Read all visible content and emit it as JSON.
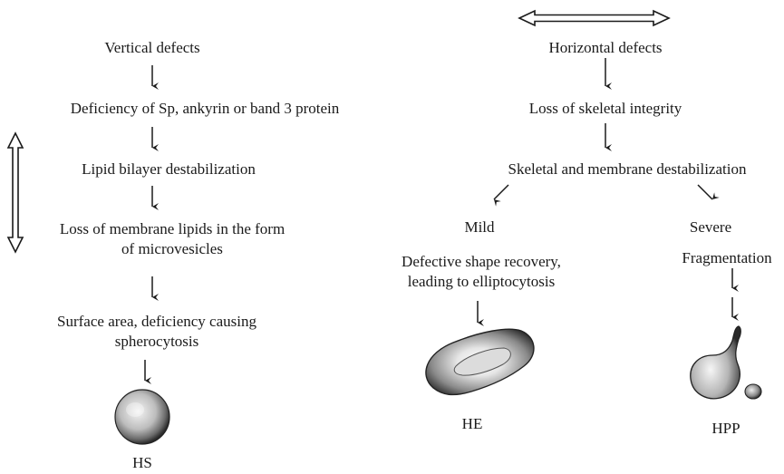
{
  "left_branch": {
    "title": "Vertical defects",
    "step1": "Deficiency of Sp, ankyrin or band 3 protein",
    "step2": "Lipid bilayer destabilization",
    "step3_line1": "Loss of membrane lipids in the form",
    "step3_line2": "of microvesicles",
    "step4_line1": "Surface area, deficiency causing",
    "step4_line2": "spherocytosis",
    "cell_label": "HS"
  },
  "right_branch": {
    "title": "Horizontal defects",
    "step1": "Loss of skeletal integrity",
    "step2": "Skeletal and membrane destabilization",
    "mild": {
      "label": "Mild",
      "desc_line1": "Defective shape recovery,",
      "desc_line2": "leading to elliptocytosis",
      "cell_label": "HE"
    },
    "severe": {
      "label": "Severe",
      "desc": "Fragmentation",
      "cell_label": "HPP"
    }
  },
  "ink_color": "#1a1a1a"
}
